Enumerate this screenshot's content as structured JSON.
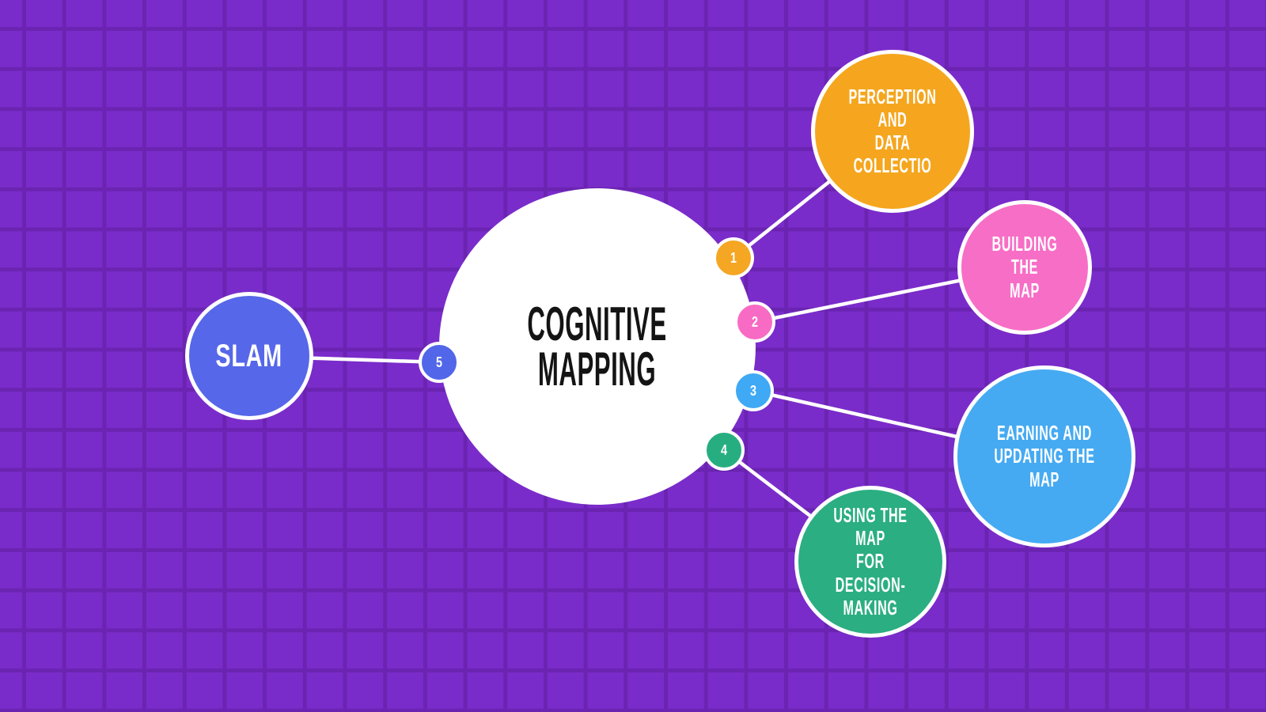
{
  "diagram": {
    "title": "COGNITIVE\nMAPPING",
    "background_color": "#7A2CCA",
    "grid_line_color": "#6A24B1",
    "connector_color": "#FFFFFF",
    "center": {
      "label": "COGNITIVE\nMAPPING",
      "fill": "#FFFFFF",
      "text_color": "#141414"
    },
    "nodes": [
      {
        "badge": "1",
        "label": "PERCEPTION AND\nDATA COLLECTIO",
        "color": "#F5A61E"
      },
      {
        "badge": "2",
        "label": "BUILDING THE\nMAP",
        "color": "#F76EC6"
      },
      {
        "badge": "3",
        "label": "EARNING AND\nUPDATING THE MAP",
        "color": "#45AAF2"
      },
      {
        "badge": "4",
        "label": "USING THE MAP\nFOR DECISION-\nMAKING",
        "color": "#2BAE81"
      },
      {
        "badge": "5",
        "label": "SLAM",
        "color": "#5667E9"
      }
    ]
  }
}
